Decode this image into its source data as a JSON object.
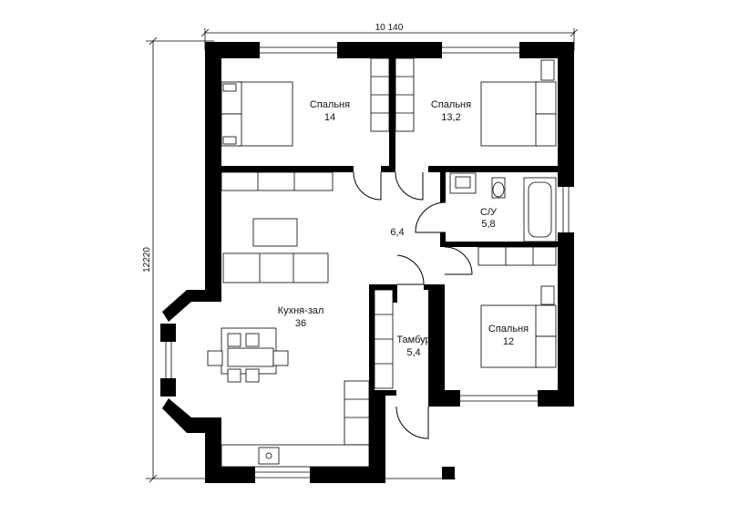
{
  "dimensions": {
    "width_label": "10 140",
    "height_label": "12220"
  },
  "rooms": {
    "bedroom_1": {
      "name": "Спальня",
      "area": "14"
    },
    "bedroom_2": {
      "name": "Спальня",
      "area": "13,2"
    },
    "bathroom": {
      "name": "С/У",
      "area": "5,8"
    },
    "hall": {
      "name": "",
      "area": "6,4"
    },
    "kitchen_living": {
      "name": "Кухня-зал",
      "area": "36"
    },
    "vestibule": {
      "name": "Тамбур",
      "area": "5,4"
    },
    "bedroom_3": {
      "name": "Спальня",
      "area": "12"
    }
  }
}
